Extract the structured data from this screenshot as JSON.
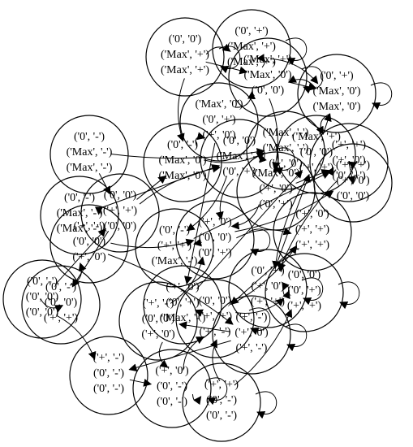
{
  "diagram": {
    "type": "directed-state-graph",
    "colors": {
      "background": "#ffffff",
      "stroke": "#000000",
      "text": "#000000"
    },
    "nodes": [
      {
        "id": "n1",
        "lines": [
          "('0', '-')",
          "('Max', '-')",
          "('Max', '-')"
        ]
      },
      {
        "id": "n2",
        "lines": [
          "('0', '0')",
          "('Max', '+')",
          "('Max', '+')"
        ]
      },
      {
        "id": "n3",
        "lines": [
          "('0', '-')",
          "('Max', '0')",
          "('Max', '0')"
        ]
      },
      {
        "id": "n4",
        "lines": [
          "('0', '+')",
          "('Max', '+')",
          "('Max', '+')"
        ]
      },
      {
        "id": "n5",
        "lines": [
          "('0', '-')",
          "('Max', '-')",
          "('Max', '-')"
        ]
      },
      {
        "id": "n6",
        "lines": [
          "('0', '+')",
          "('Max', '0')",
          "('Max', '0')"
        ]
      },
      {
        "id": "n7",
        "lines": [
          "('0', '-')",
          "('0', '0')",
          "('0', '0')"
        ]
      },
      {
        "id": "n8",
        "lines": [
          "('+', '-')",
          "('0', '-')",
          "('0', '-')"
        ]
      },
      {
        "id": "n9",
        "lines": [
          "('+', '0')",
          "('0', '-')",
          "('0', '-')"
        ]
      },
      {
        "id": "n10",
        "lines": [
          "('+', '+')",
          "('0', '-')",
          "('0', '-')"
        ]
      },
      {
        "id": "n11",
        "lines": [
          "('+', '-')",
          "('+', '0')",
          "('+', '-')"
        ]
      },
      {
        "id": "n12",
        "lines": [
          "('Max', '-')",
          "('Max', '-')",
          "('+', '0')"
        ]
      },
      {
        "id": "n13",
        "lines": [
          "('+', '0')",
          "('+', '+')",
          "('+', '+')"
        ]
      },
      {
        "id": "n14",
        "lines": [
          "('0', '0')",
          "('+', '+')",
          "('0', '0')"
        ]
      },
      {
        "id": "n15",
        "lines": [
          "('Max', '0')",
          "('0', '+')",
          "('+', '0')"
        ]
      },
      {
        "id": "n16",
        "lines": [
          "('+', '-')",
          "('0', '0')",
          "('+', '0')"
        ]
      },
      {
        "id": "n17",
        "lines": [
          "('Max', '+')",
          "('Max', '0')",
          "('0', '0')"
        ]
      },
      {
        "id": "n18",
        "lines": [
          "('+', '+')",
          "('+', '0')",
          "('0', '+')"
        ]
      },
      {
        "id": "n19",
        "lines": [
          "('Max', '0')",
          "('+', '0')",
          "('0', '+')"
        ]
      },
      {
        "id": "n20",
        "lines": [
          "('0', '0')",
          "('Max', '-')",
          "('0', '+')"
        ]
      },
      {
        "id": "n21",
        "lines": [
          "('0', '-')",
          "('+', '+')",
          "('Max', '-')"
        ]
      },
      {
        "id": "n22",
        "lines": [
          "('+', '-')",
          "('0', '0')",
          "('+', '0')"
        ]
      },
      {
        "id": "n23",
        "lines": [
          "('0', '-')",
          "('0', '0')",
          "('+', '+')"
        ]
      },
      {
        "id": "n24",
        "lines": [
          "('+', '0')",
          "('0', '0')",
          "('0', '+')"
        ]
      },
      {
        "id": "n25",
        "lines": [
          "('+', '+')",
          "('+', '0')",
          "('0', '0')"
        ]
      },
      {
        "id": "n26",
        "lines": [
          "('0', '0')",
          "('+', '+')",
          "('+', '-')"
        ]
      },
      {
        "id": "n27",
        "lines": [
          "('Max', '+')",
          "('0', '0')",
          "('+', '+')"
        ]
      },
      {
        "id": "n28",
        "lines": [
          "('+', '0')",
          "('0', '+')",
          "('Max', '-')"
        ]
      },
      {
        "id": "n29",
        "lines": [
          "('0', '+')",
          "('+', '0')",
          "('+', '+')"
        ]
      },
      {
        "id": "n30",
        "lines": [
          "('0', '0')",
          "('0', '+')",
          "('+', '+')"
        ]
      }
    ],
    "edges": [
      [
        "n2",
        "n4"
      ],
      [
        "n2",
        "n17"
      ],
      [
        "n3",
        "n12"
      ],
      [
        "n4",
        "n6"
      ],
      [
        "n17",
        "n6"
      ],
      [
        "n6",
        "n27"
      ],
      [
        "n3",
        "n15"
      ],
      [
        "n5",
        "n20"
      ],
      [
        "n12",
        "n19"
      ],
      [
        "n12",
        "n20"
      ],
      [
        "n15",
        "n28"
      ],
      [
        "n15",
        "n17"
      ],
      [
        "n19",
        "n24"
      ],
      [
        "n19",
        "n18"
      ],
      [
        "n20",
        "n24"
      ],
      [
        "n20",
        "n21"
      ],
      [
        "n21",
        "n24"
      ],
      [
        "n24",
        "n25"
      ],
      [
        "n25",
        "n27"
      ],
      [
        "n27",
        "n6"
      ],
      [
        "n27",
        "n29"
      ],
      [
        "n29",
        "n30"
      ],
      [
        "n28",
        "n26"
      ],
      [
        "n26",
        "n30"
      ],
      [
        "n14",
        "n20"
      ],
      [
        "n14",
        "n23"
      ],
      [
        "n23",
        "n22"
      ],
      [
        "n22",
        "n11"
      ],
      [
        "n11",
        "n16"
      ],
      [
        "n16",
        "n24"
      ],
      [
        "n7",
        "n8"
      ],
      [
        "n8",
        "n9"
      ],
      [
        "n9",
        "n10"
      ],
      [
        "n10",
        "n26"
      ],
      [
        "n13",
        "n26"
      ],
      [
        "n13",
        "n29"
      ],
      [
        "n18",
        "n25"
      ],
      [
        "n1",
        "n14"
      ],
      [
        "n1",
        "n12"
      ],
      [
        "n24",
        "n13"
      ],
      [
        "n21",
        "n18"
      ],
      [
        "n22",
        "n24"
      ],
      [
        "n30",
        "n29"
      ],
      [
        "n29",
        "n27"
      ],
      [
        "n26",
        "n13"
      ],
      [
        "n17",
        "n19"
      ],
      [
        "n11",
        "n8"
      ],
      [
        "n16",
        "n9"
      ],
      [
        "n23",
        "n7"
      ],
      [
        "n14",
        "n3"
      ],
      [
        "n2",
        "n3"
      ],
      [
        "n4",
        "n17"
      ],
      [
        "n28",
        "n27"
      ],
      [
        "n6",
        "n17"
      ],
      [
        "n5",
        "n14"
      ],
      [
        "n7",
        "n14"
      ],
      [
        "n10",
        "n30"
      ],
      [
        "n9",
        "n26"
      ],
      [
        "n25",
        "n18"
      ],
      [
        "n18",
        "n29"
      ],
      [
        "n2",
        "n2"
      ],
      [
        "n4",
        "n4"
      ],
      [
        "n6",
        "n6"
      ],
      [
        "n9",
        "n9"
      ],
      [
        "n10",
        "n10"
      ],
      [
        "n11",
        "n11"
      ],
      [
        "n26",
        "n26"
      ],
      [
        "n29",
        "n29"
      ],
      [
        "n30",
        "n30"
      ],
      [
        "n20",
        "n20"
      ],
      [
        "n24",
        "n24"
      ],
      [
        "n17",
        "n17"
      ]
    ]
  }
}
